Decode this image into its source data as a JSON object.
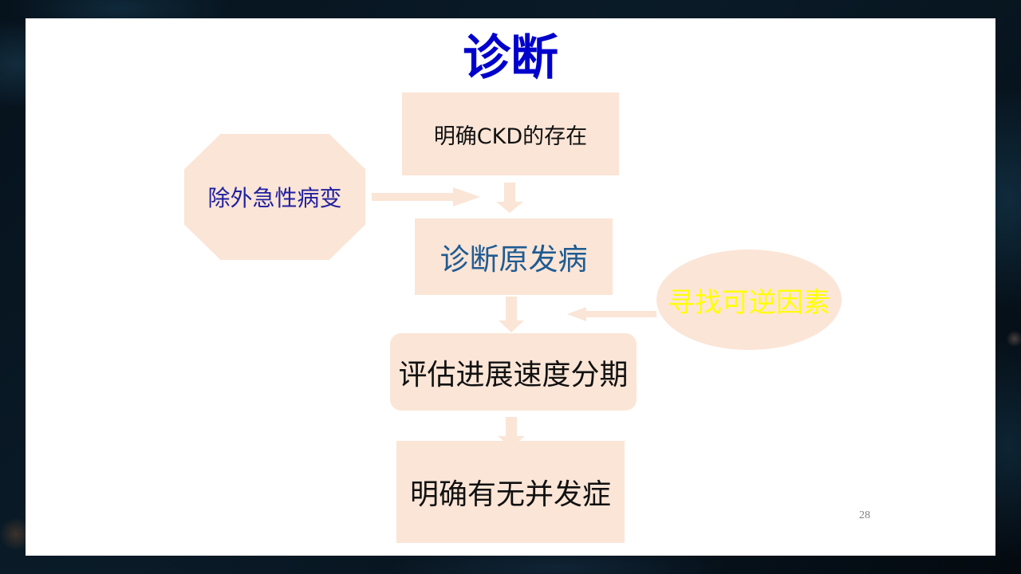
{
  "slide": {
    "title": "诊断",
    "page_number": "28",
    "colors": {
      "title": "#0000cc",
      "shape_fill": "#fbe5d6",
      "arrow_fill": "#fbe5d6",
      "primary_disease_text": "#1f5b93",
      "exclude_acute_text": "#2020a0",
      "reversible_factors_text": "#ffff00",
      "default_text": "#111111"
    }
  },
  "flowchart": {
    "main_steps": [
      {
        "id": "step-1",
        "label": "明确CKD的存在"
      },
      {
        "id": "step-2",
        "label": "诊断原发病"
      },
      {
        "id": "step-3",
        "label": "评估进展速度分期"
      },
      {
        "id": "step-4",
        "label": "明确有无并发症"
      }
    ],
    "side_inputs": [
      {
        "id": "exclude-acute",
        "label": "除外急性病变",
        "shape": "octagon",
        "points_to": "between step-1 and step-2"
      },
      {
        "id": "reversible-factors",
        "label": "寻找可逆因素",
        "shape": "ellipse",
        "points_to": "between step-2 and step-3"
      }
    ],
    "arrows": [
      {
        "from": "step-1",
        "to": "step-2",
        "direction": "down"
      },
      {
        "from": "step-2",
        "to": "step-3",
        "direction": "down"
      },
      {
        "from": "step-3",
        "to": "step-4",
        "direction": "down"
      },
      {
        "from": "exclude-acute",
        "to": "main-flow",
        "direction": "right"
      },
      {
        "from": "reversible-factors",
        "to": "main-flow",
        "direction": "left"
      }
    ]
  }
}
